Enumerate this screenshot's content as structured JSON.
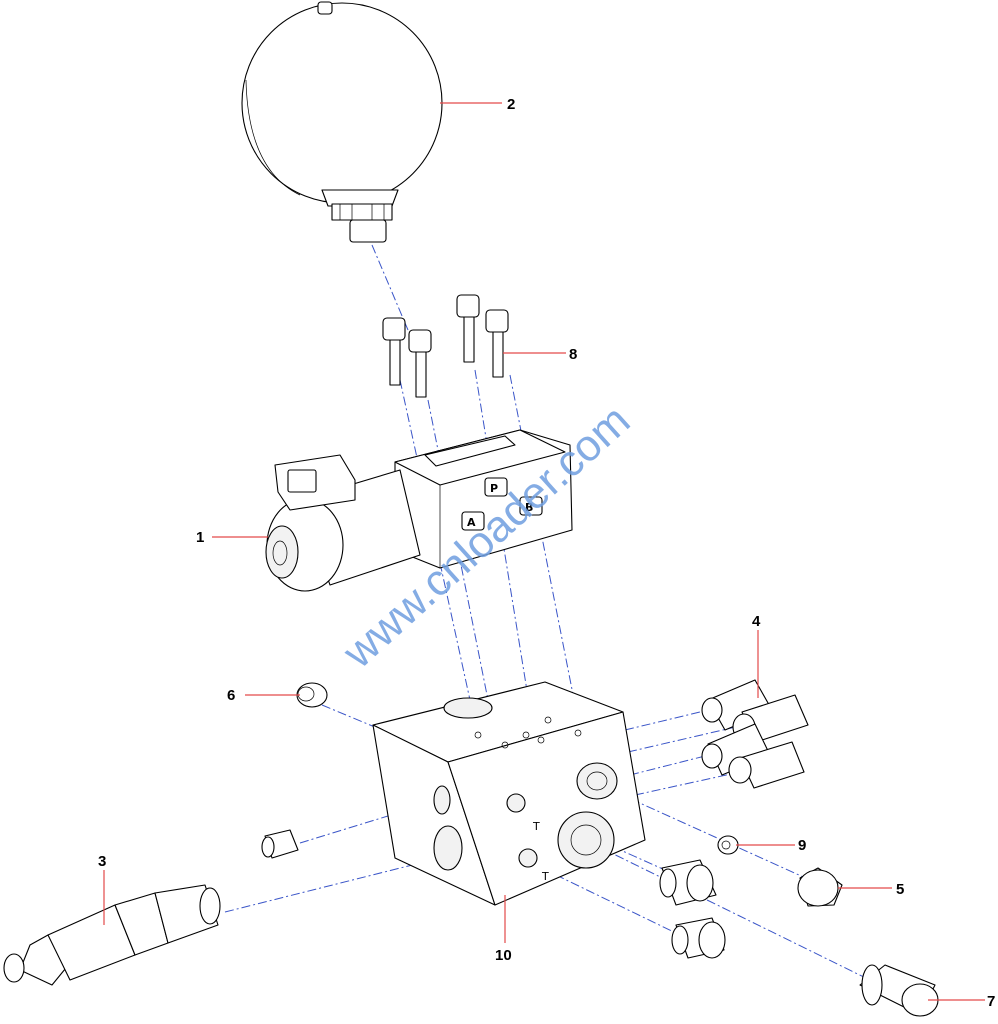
{
  "callouts": [
    {
      "id": "1",
      "text": "1"
    },
    {
      "id": "2",
      "text": "2"
    },
    {
      "id": "3",
      "text": "3"
    },
    {
      "id": "4",
      "text": "4"
    },
    {
      "id": "5",
      "text": "5"
    },
    {
      "id": "6",
      "text": "6"
    },
    {
      "id": "7",
      "text": "7"
    },
    {
      "id": "8",
      "text": "8"
    },
    {
      "id": "9",
      "text": "9"
    },
    {
      "id": "10",
      "text": "10"
    }
  ],
  "valve_ports": {
    "p": "P",
    "a": "A",
    "b": "B"
  },
  "block_ports": {
    "t1": "T",
    "t2": "T"
  },
  "watermark": "www.cnloader.com",
  "colors": {
    "leader": "#e34a4a",
    "centerline": "#3a55c8",
    "watermark": "#6f9ee0",
    "ink": "#000000"
  }
}
